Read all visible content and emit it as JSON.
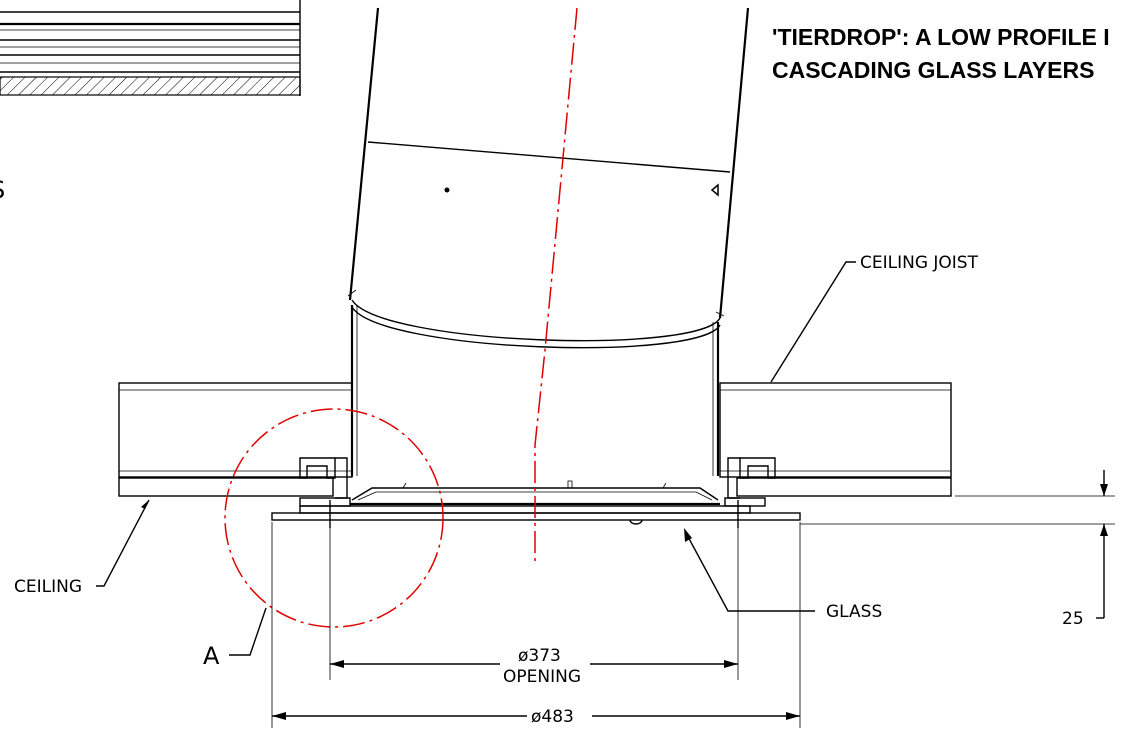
{
  "title": {
    "line1": "'TIERDROP': A LOW PROFILE I",
    "line2": "CASCADING GLASS LAYERS"
  },
  "left_edge_letter": "S",
  "labels": {
    "ceiling_joist": "CEILING  JOIST",
    "ceiling": "CEILING",
    "glass": "GLASS",
    "detail_ref": "A"
  },
  "dimensions": {
    "depth": "25",
    "opening_diameter": "ø373",
    "opening_caption": "OPENING",
    "overall_diameter": "ø483"
  },
  "colors": {
    "line": "#000000",
    "centerline": "#e00000",
    "background": "#ffffff",
    "hatch_fill": "#d8d0c4"
  }
}
